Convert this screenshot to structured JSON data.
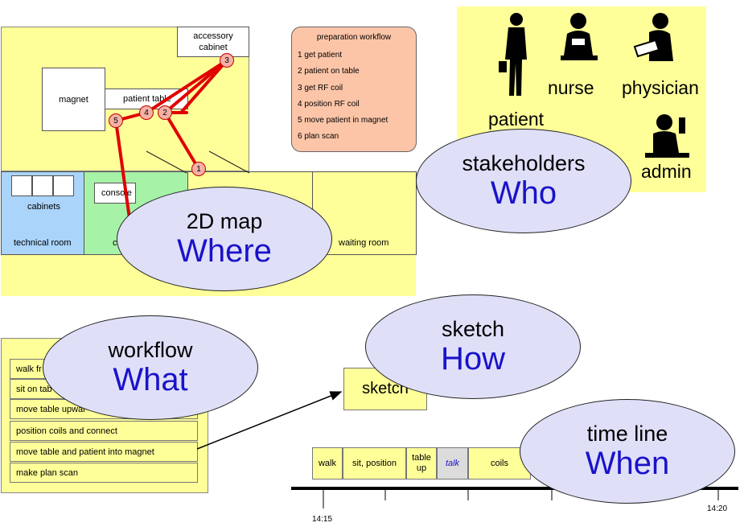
{
  "map": {
    "accessory_cabinet": "accessory cabinet",
    "magnet": "magnet",
    "patient_table": "patient table",
    "cabinets": "cabinets",
    "technical_room": "technical room",
    "console": "console",
    "control_room_partial": "co",
    "waiting_room": "waiting room",
    "markers": [
      "1",
      "2",
      "3",
      "4",
      "5"
    ]
  },
  "prep_workflow": {
    "title": "preparation workflow",
    "steps": [
      "1 get patient",
      "2 patient on table",
      "3 get RF coil",
      "4 position RF coil",
      "5 move patient in magnet",
      "6 plan scan"
    ]
  },
  "stakeholders": {
    "patient": "patient",
    "nurse": "nurse",
    "physician": "physician",
    "admin": "admin"
  },
  "ellipses": {
    "who": {
      "sub": "stakeholders",
      "main": "Who"
    },
    "where": {
      "sub": "2D map",
      "main": "Where"
    },
    "what": {
      "sub": "workflow",
      "main": "What"
    },
    "how": {
      "sub": "sketch",
      "main": "How"
    },
    "when": {
      "sub": "time line",
      "main": "When"
    }
  },
  "workflow_list": [
    "walk fr",
    "sit on tab",
    "move table upwar",
    "position coils and connect",
    "move table and patient into magnet",
    "make plan scan"
  ],
  "sketch_box": "sketch",
  "timeline": {
    "cells": [
      "walk",
      "sit, position",
      "table up",
      "talk",
      "coils"
    ],
    "start_time": "14:15",
    "end_time": "14:20"
  },
  "colors": {
    "yellow": "#ffff99",
    "blue_room": "#aad4fa",
    "green_room": "#a6f2a6",
    "ellipse_fill": "#dfe0f8",
    "ellipse_text": "#1a12c9",
    "route_red": "#e00000",
    "prep_fill": "#fcc5a8"
  }
}
